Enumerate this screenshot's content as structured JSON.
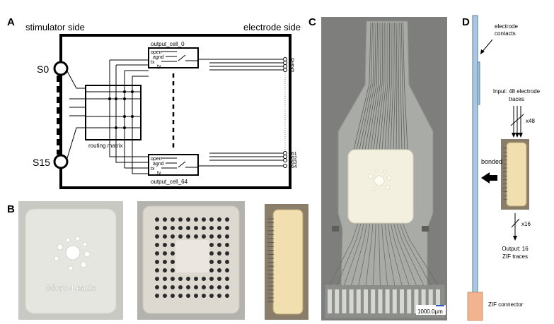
{
  "panels": {
    "a": {
      "letter": "A",
      "stimulator_side": "stimulator side",
      "electrode_side": "electrode side",
      "s0": "S0",
      "s15": "S15",
      "routing_matrix": "routing matrix",
      "output_cell_top": "output_cell_0",
      "output_cell_bottom": "output_cell_64",
      "cell_top_pins": [
        "open",
        "agnd",
        "tx",
        "ty"
      ],
      "cell_bottom_pins": [
        "open",
        "agnd",
        "tx",
        "ty"
      ],
      "electrodes_top": [
        "e0",
        "e1",
        "e2",
        "e3"
      ],
      "electrodes_bottom": [
        "e61",
        "e62",
        "e63",
        "e64"
      ]
    },
    "b": {
      "letter": "B",
      "logo_text": "Micro-Leads"
    },
    "c": {
      "letter": "C",
      "scale_bar": "1000.0µm"
    },
    "d": {
      "letter": "D",
      "electrode_contacts": [
        "electrode",
        "contacts"
      ],
      "input_label": [
        "Input: 48 electrode",
        "traces"
      ],
      "x48": "x48",
      "bonded": "bonded",
      "x16": "x16",
      "output_label": [
        "Output: 16",
        "ZIF traces"
      ],
      "zif_connector": "ZIF connector"
    }
  },
  "colors": {
    "stripe": "#a6c8e3",
    "zif": "#f2b48f",
    "chip_cream": "#f1dfb0",
    "photo_gray": "#e2e2dc"
  }
}
